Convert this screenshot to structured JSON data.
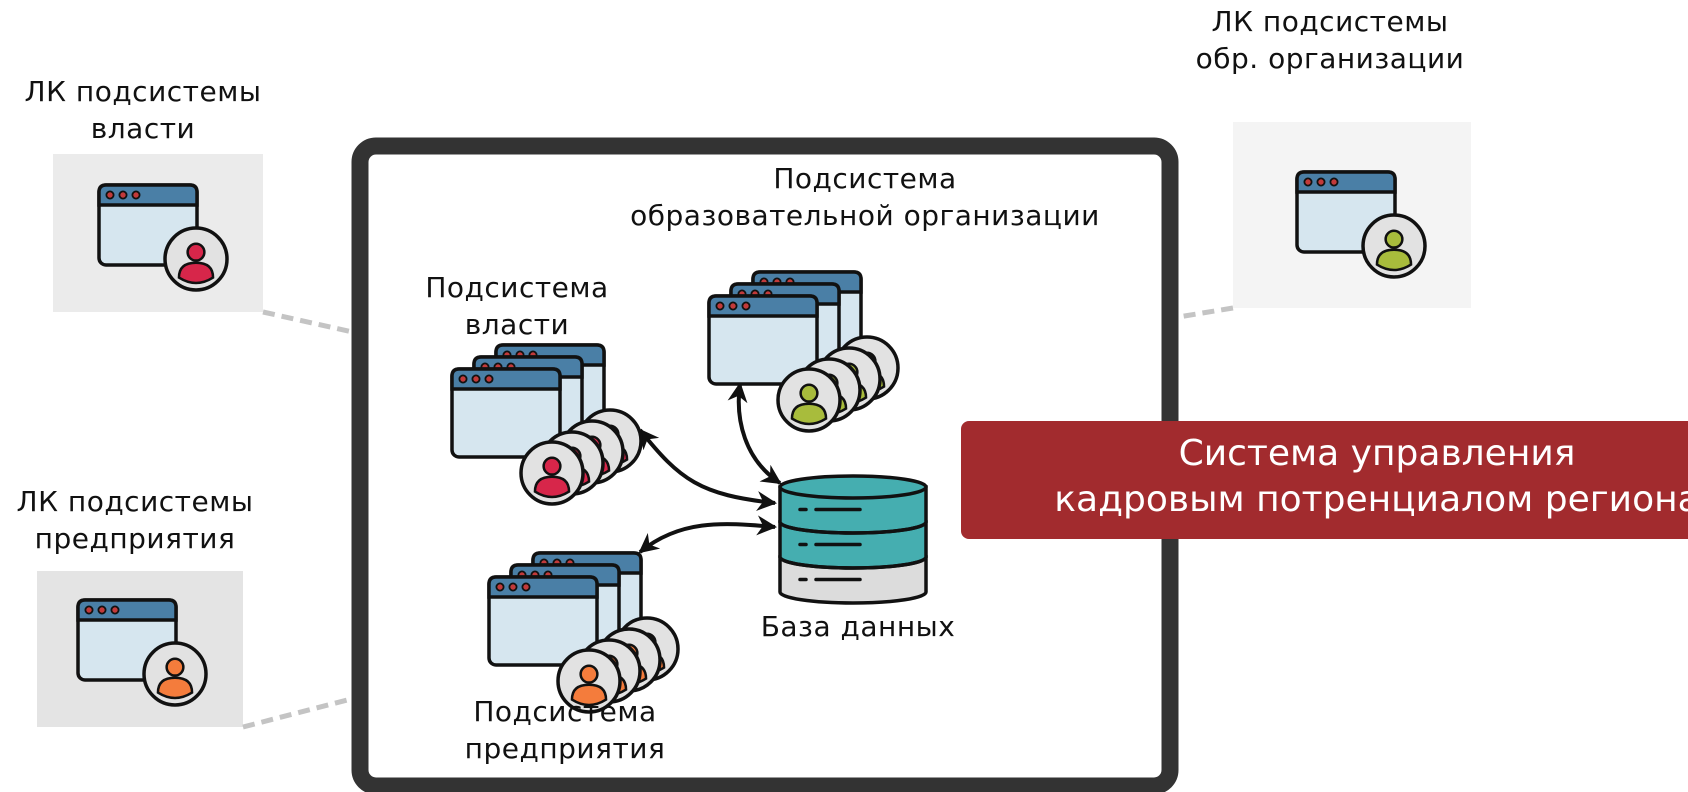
{
  "colors": {
    "frame": "#333333",
    "banner": "#a22b2e",
    "panel_left": "#ebebeb",
    "panel_right": "#f4f4f4",
    "panel_bottom": "#e4e4e4",
    "window_bar": "#4a7fa6",
    "window_body": "#d6e6ef",
    "user_red": "#d7264a",
    "user_green": "#a8bc3c",
    "user_orange": "#f47c3c",
    "db_teal": "#45aeb0",
    "db_gray": "#dcdcdc",
    "connector": "#c4c4c4"
  },
  "outer_labels": {
    "lk_gov": "ЛК подсистемы\nвласти",
    "lk_edu": "ЛК подсистемы\nобр. организации",
    "lk_ent": "ЛК подсистемы\nпредприятия"
  },
  "inner_labels": {
    "gov": "Подсистема\nвласти",
    "edu": "Подсистема\nобразовательной  организации",
    "ent": "Подсистема\nпредприятия",
    "db": "База данных"
  },
  "banner": "Система управления\nкадровым потренциалом региона",
  "icons": {
    "lk_gov_icon": "browser-user-icon",
    "lk_edu_icon": "browser-user-icon",
    "lk_ent_icon": "browser-user-icon",
    "gov_icon": "browser-stack-users-icon",
    "edu_icon": "browser-stack-users-icon",
    "ent_icon": "browser-stack-users-icon",
    "db_icon": "database-icon"
  }
}
